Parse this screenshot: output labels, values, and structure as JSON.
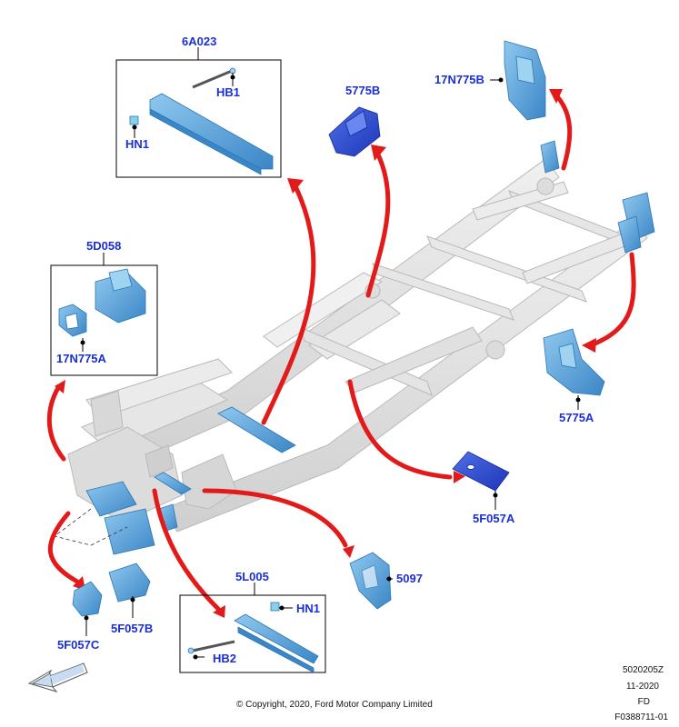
{
  "callouts": {
    "c6A023": "6A023",
    "cHB1_top": "HB1",
    "cHN1_top": "HN1",
    "c5775B": "5775B",
    "c17N775B": "17N775B",
    "c5D058": "5D058",
    "c17N775A": "17N775A",
    "c5775A": "5775A",
    "c5F057A": "5F057A",
    "c5097": "5097",
    "c5L005": "5L005",
    "cHN1_bottom": "HN1",
    "cHB2": "HB2",
    "c5F057B": "5F057B",
    "c5F057C": "5F057C"
  },
  "footer": {
    "code": "5020205Z",
    "date": "11-2020",
    "region": "FD",
    "figure_id": "F0388711-01",
    "copyright": "© Copyright, 2020, Ford Motor Company Limited"
  },
  "colors": {
    "callout_text": "#1a2fd6",
    "arrow": "#e31a1a",
    "part_fill": "#5aa7df",
    "part_dark": "#2b77b8",
    "frame_fill": "#e2e2e2",
    "frame_stroke": "#b9b9b9"
  },
  "icons": {
    "view_direction": "view-direction-arrow-icon"
  }
}
